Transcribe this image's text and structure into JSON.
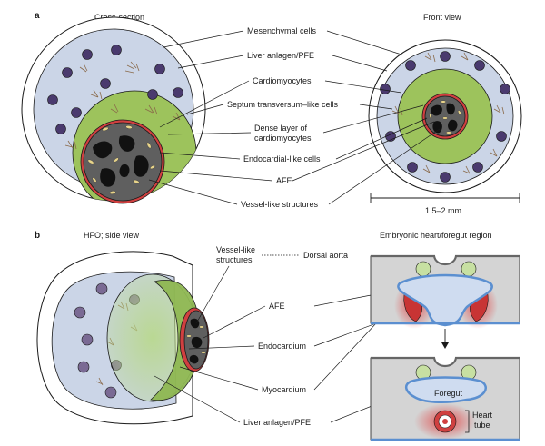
{
  "panel_a": {
    "letter": "a",
    "cross_section_title": "Cross-section",
    "front_view_title": "Front view",
    "labels": {
      "mesenchymal": "Mesenchymal cells",
      "liver": "Liver anlagen/PFE",
      "cardiomyocytes": "Cardiomyocytes",
      "septum": "Septum transversum–like cells",
      "dense_1": "Dense layer of",
      "dense_2": "cardiomyocytes",
      "endocardial": "Endocardial-like cells",
      "afe": "AFE",
      "vessel": "Vessel-like structures"
    },
    "scale": "1.5–2 mm"
  },
  "panel_b": {
    "letter": "b",
    "hfo_title": "HFO; side view",
    "embryo_title": "Embryonic heart/foregut region",
    "labels": {
      "vessel_1": "Vessel-like",
      "vessel_2": "structures",
      "dorsal_aorta": "Dorsal aorta",
      "afe": "AFE",
      "endocardium": "Endocardium",
      "myocardium": "Myocardium",
      "liver": "Liver anlagen/PFE",
      "foregut": "Foregut",
      "heart_1": "Heart",
      "heart_2": "tube"
    }
  },
  "colors": {
    "mesenchyme": "#cbd5e7",
    "myocardium": "#9dc35c",
    "endocardium": "#d04040",
    "afe": "#5f5f5f",
    "nuclei": "#4a3a6e",
    "embryo_tissue": "#d4d4d4",
    "foregut_epithelium": "#5b8fd0",
    "aorta": "#c7e0a2"
  }
}
